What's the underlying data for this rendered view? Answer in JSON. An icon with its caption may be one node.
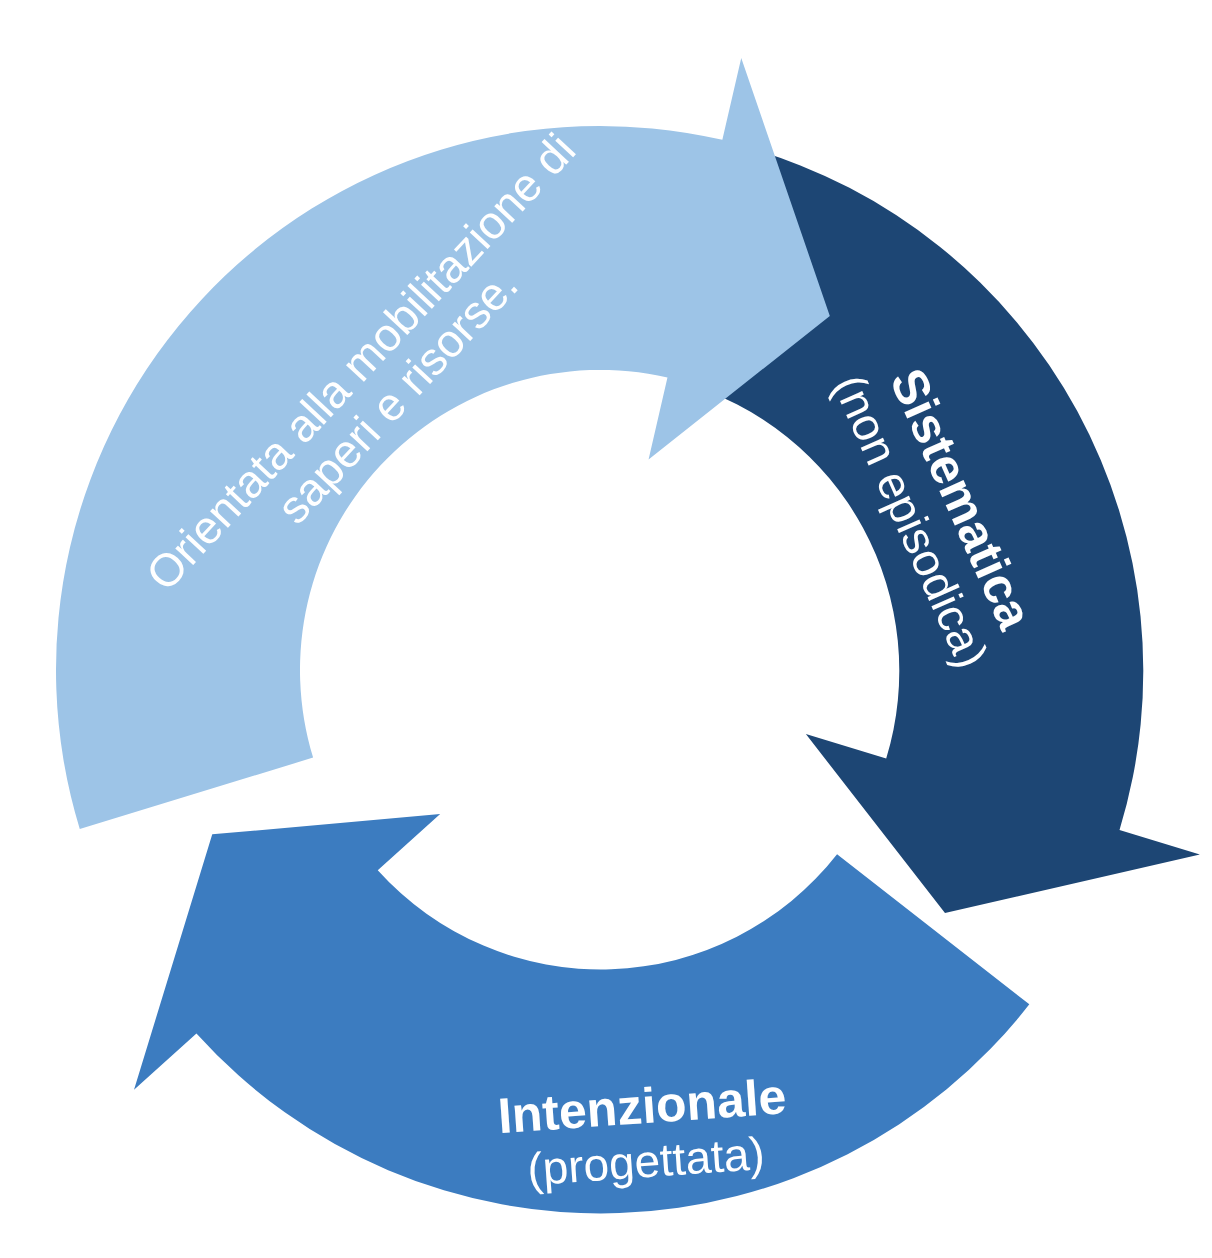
{
  "diagram": {
    "nodes": [
      {
        "text": [
          "Orientata alla mobilitazione di saperi e risorse."
        ]
      },
      {
        "text": [
          "Sistematica",
          "(non episodica)"
        ]
      },
      {
        "text": [
          "Intenzionale",
          "(progettata)"
        ]
      }
    ]
  }
}
